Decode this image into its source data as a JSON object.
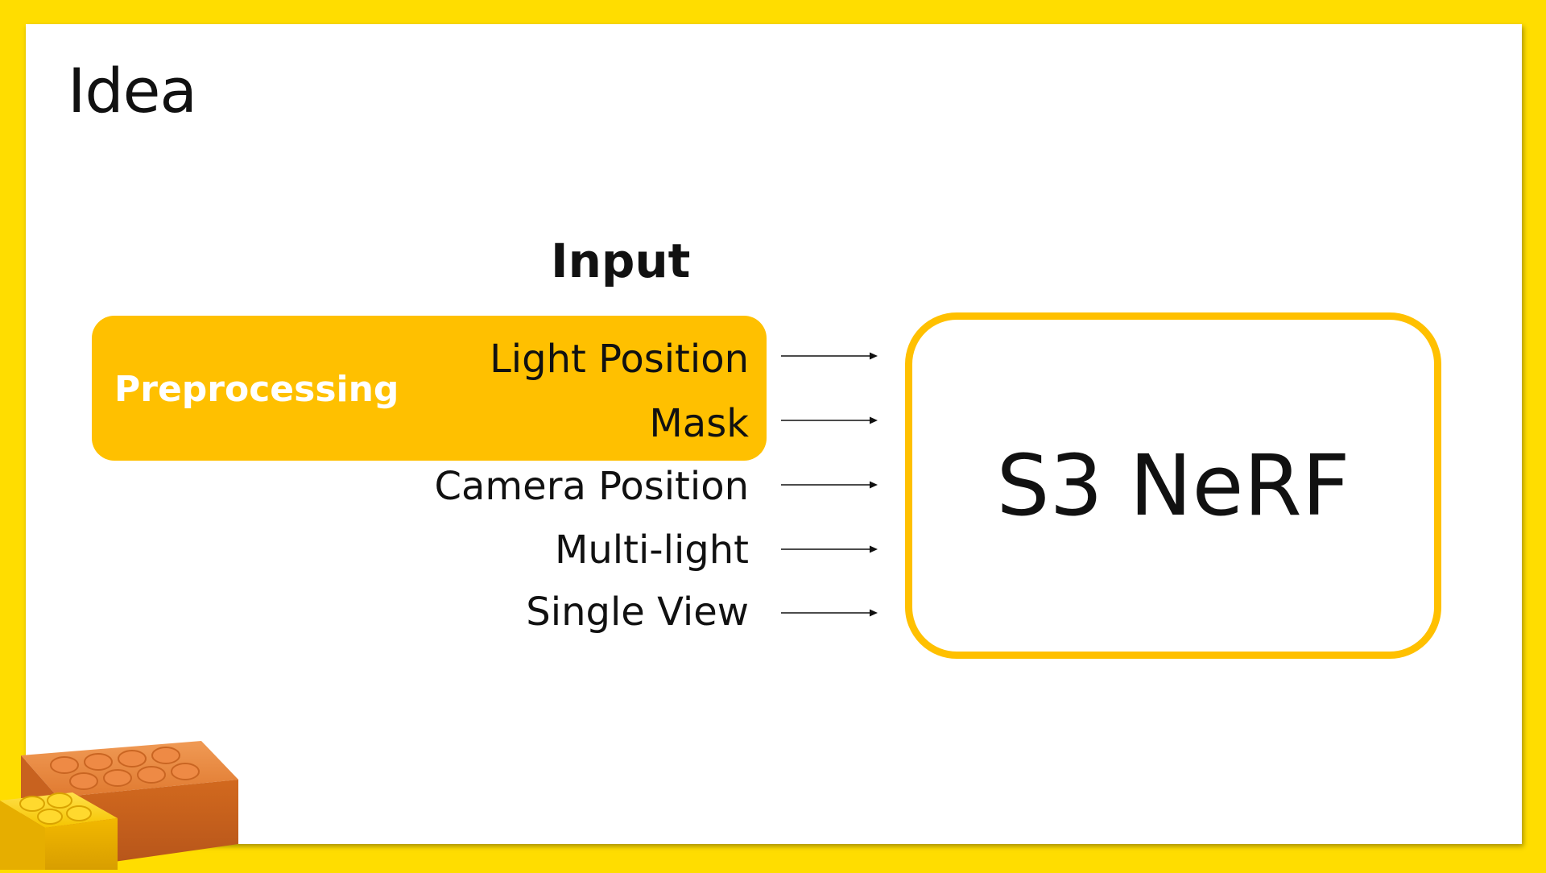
{
  "slide": {
    "title": "Idea",
    "section_heading": "Input",
    "preprocessing_label": "Preprocessing",
    "inputs": [
      {
        "label": "Light Position",
        "preprocessed": true
      },
      {
        "label": "Mask",
        "preprocessed": true
      },
      {
        "label": "Camera Position",
        "preprocessed": false
      },
      {
        "label": "Multi-light",
        "preprocessed": false
      },
      {
        "label": "Single View",
        "preprocessed": false
      }
    ],
    "model_label": "S3 NeRF"
  },
  "colors": {
    "background_border": "#FFDD00",
    "accent": "#FFC000",
    "text": "#111111",
    "preprocessing_text": "#FFFFFF"
  },
  "icons": {
    "decoration": "lego-bricks-icon",
    "connector": "arrow-right-icon"
  }
}
